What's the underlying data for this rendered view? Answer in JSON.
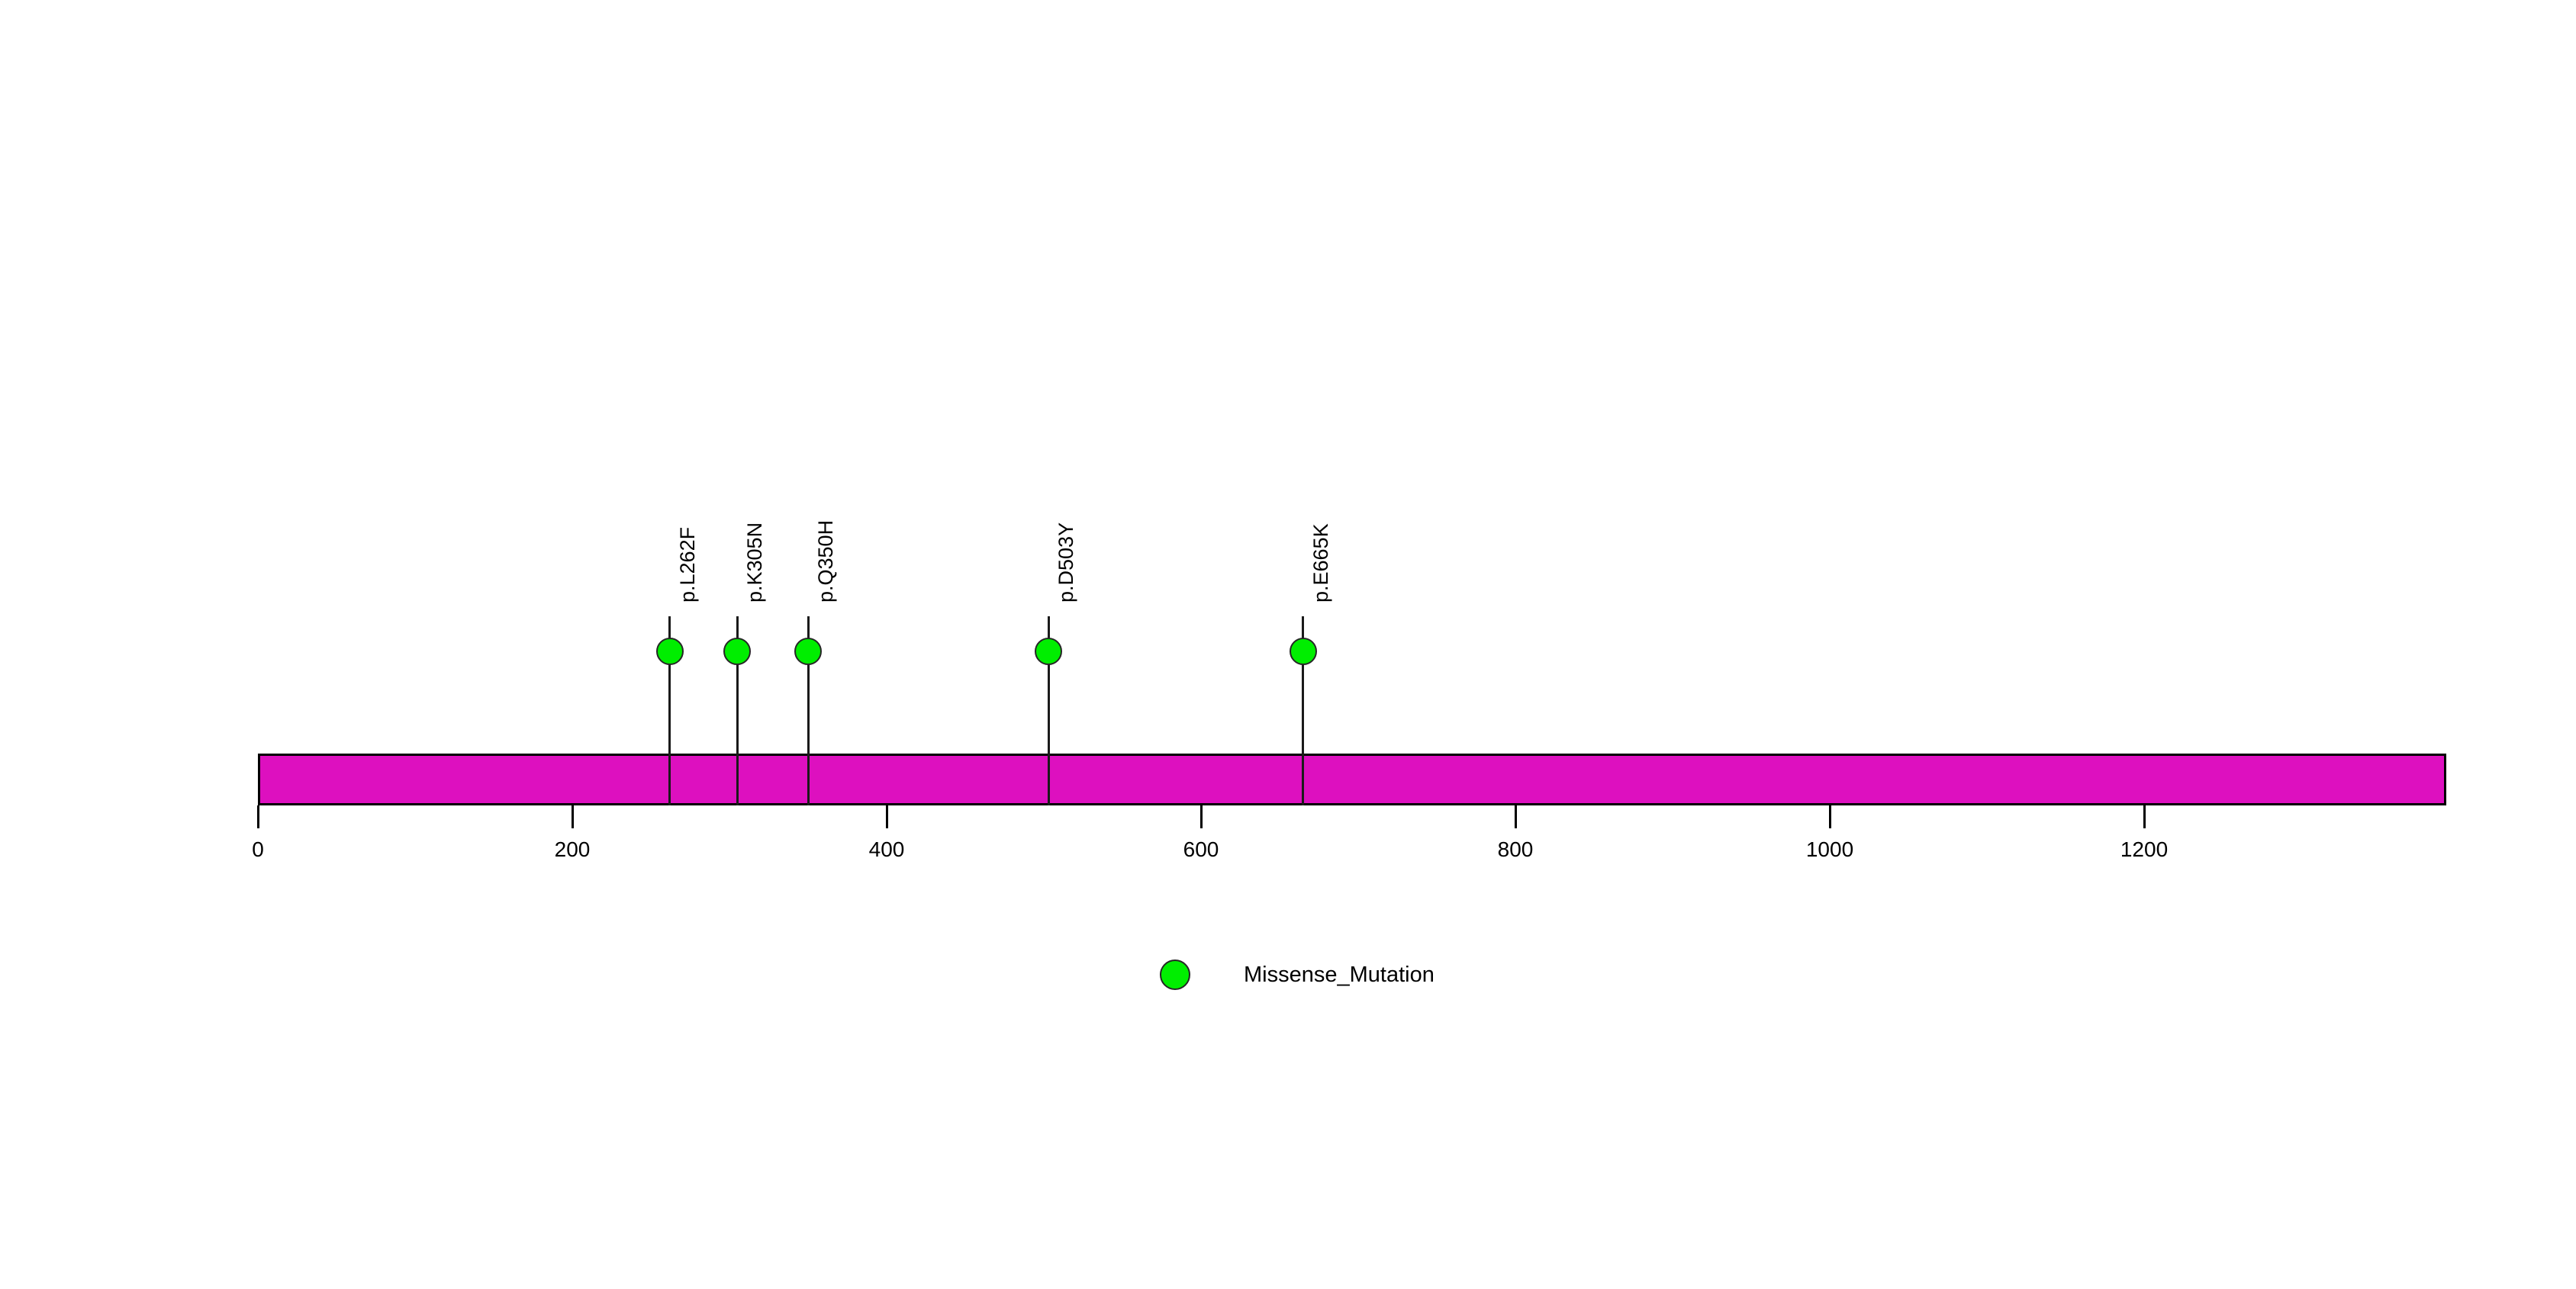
{
  "chart_data": {
    "type": "lollipop",
    "title": "",
    "xlabel": "",
    "ylabel": "",
    "xlim": [
      0,
      1392
    ],
    "axis_ticks": [
      0,
      200,
      400,
      600,
      800,
      1000,
      1200
    ],
    "axis_tick_labels": [
      "0",
      "200",
      "400",
      "600",
      "800",
      "1000",
      "1200"
    ],
    "grid": false,
    "protein": {
      "length": 1392,
      "start": 0,
      "end": 1392,
      "color": "#DD10BF",
      "border_color": "#000000"
    },
    "mutations": [
      {
        "label": "p.L262F",
        "position": 262,
        "count": 1,
        "type": "Missense_Mutation",
        "color": "#00EE00"
      },
      {
        "label": "p.K305N",
        "position": 305,
        "count": 1,
        "type": "Missense_Mutation",
        "color": "#00EE00"
      },
      {
        "label": "p.Q350H",
        "position": 350,
        "count": 1,
        "type": "Missense_Mutation",
        "color": "#00EE00"
      },
      {
        "label": "p.D503Y",
        "position": 503,
        "count": 1,
        "type": "Missense_Mutation",
        "color": "#00EE00"
      },
      {
        "label": "p.E665K",
        "position": 665,
        "count": 1,
        "type": "Missense_Mutation",
        "color": "#00EE00"
      }
    ],
    "legend": {
      "position": "bottom-center",
      "entries": [
        {
          "label": "Missense_Mutation",
          "color": "#00EE00",
          "marker": "circle"
        }
      ]
    }
  }
}
